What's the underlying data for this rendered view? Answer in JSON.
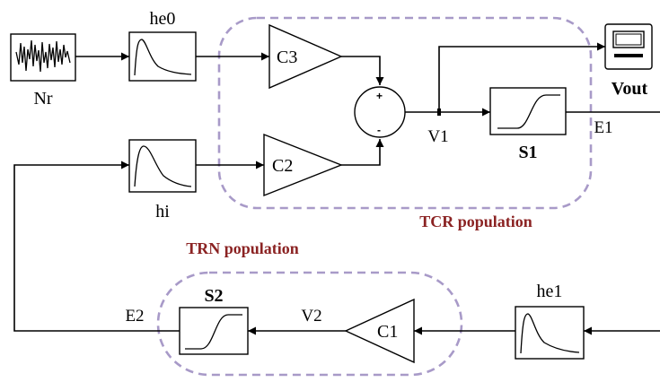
{
  "blocks": {
    "noise": {
      "label": "Nr"
    },
    "he0": {
      "label": "he0"
    },
    "hi": {
      "label": "hi"
    },
    "he1": {
      "label": "he1"
    },
    "c3": {
      "label": "C3"
    },
    "c2": {
      "label": "C2"
    },
    "c1": {
      "label": "C1"
    },
    "s1": {
      "label": "S1"
    },
    "s2": {
      "label": "S2"
    },
    "scope": {
      "label": "Vout"
    }
  },
  "sum": {
    "plus": "+",
    "minus": "-"
  },
  "signals": {
    "v1": "V1",
    "v2": "V2",
    "e1": "E1",
    "e2": "E2"
  },
  "populations": {
    "tcr": "TCR population",
    "trn": "TRN population"
  },
  "colors": {
    "population_label": "#8b2323",
    "population_outline": "#a89ac8"
  }
}
